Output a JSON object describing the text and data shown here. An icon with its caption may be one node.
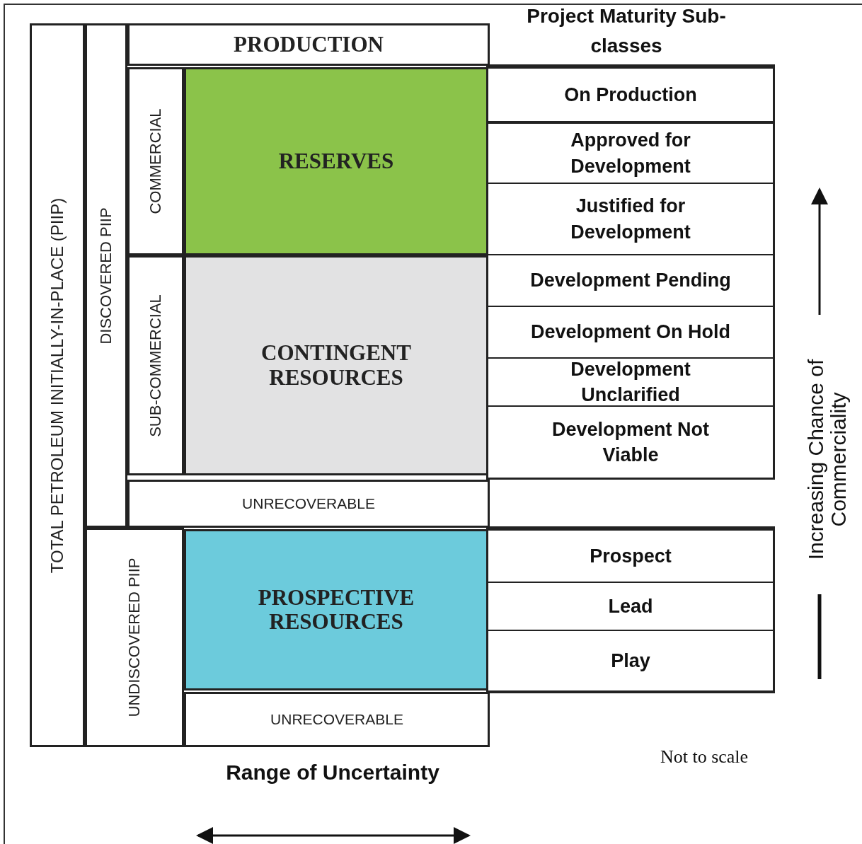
{
  "diagram": {
    "nodes": [
      {
        "text": [
          "TOTAL PETROLEUM INITIALLY-IN-PLACE (PIIP)"
        ]
      },
      {
        "text": [
          "DISCOVERED PIIP"
        ]
      },
      {
        "text": [
          "PRODUCTION"
        ]
      },
      {
        "text": [
          "COMMERCIAL"
        ]
      },
      {
        "text": [
          "RESERVES"
        ]
      },
      {
        "text": [
          "SUB-COMMERCIAL"
        ]
      },
      {
        "text": [
          "CONTINGENT RESOURCES"
        ]
      },
      {
        "text": [
          "UNRECOVERABLE"
        ]
      },
      {
        "text": [
          "UNDISCOVERED PIIP"
        ]
      },
      {
        "text": [
          "PROSPECTIVE RESOURCES"
        ]
      },
      {
        "text": [
          "UNRECOVERABLE"
        ]
      },
      {
        "text": [
          "On Production"
        ]
      },
      {
        "text": [
          "Approved for Development"
        ]
      },
      {
        "text": [
          "Justified for Development"
        ]
      },
      {
        "text": [
          "Development Pending"
        ]
      },
      {
        "text": [
          "Development On Hold"
        ]
      },
      {
        "text": [
          "Development Unclarified"
        ]
      },
      {
        "text": [
          "Development Not Viable"
        ]
      },
      {
        "text": [
          "Prospect"
        ]
      },
      {
        "text": [
          "Lead"
        ]
      },
      {
        "text": [
          "Play"
        ]
      }
    ],
    "edges": [],
    "labels": [
      "Project Maturity Sub-classes",
      "Increasing Chance of Commerciality",
      "Not to scale",
      "Range of Uncertainty"
    ]
  }
}
